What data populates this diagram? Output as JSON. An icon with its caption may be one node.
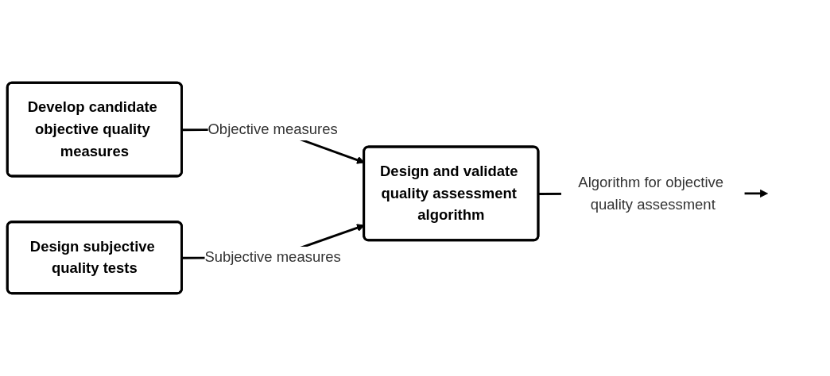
{
  "diagram": {
    "nodes": [
      {
        "text": [
          "Develop candidate objective quality measures"
        ]
      },
      {
        "text": [
          "Design subjective quality tests"
        ]
      },
      {
        "text": [
          "Design and validate quality assessment algorithm"
        ]
      }
    ],
    "edges": [
      {
        "from": 0,
        "to": 2,
        "arrow": "to",
        "label": "Objective measures"
      },
      {
        "from": 1,
        "to": 2,
        "arrow": "to",
        "label": "Subjective measures"
      },
      {
        "from": 2,
        "to": null,
        "arrow": "to",
        "label": "Algorithm for objective quality assessment"
      }
    ]
  }
}
